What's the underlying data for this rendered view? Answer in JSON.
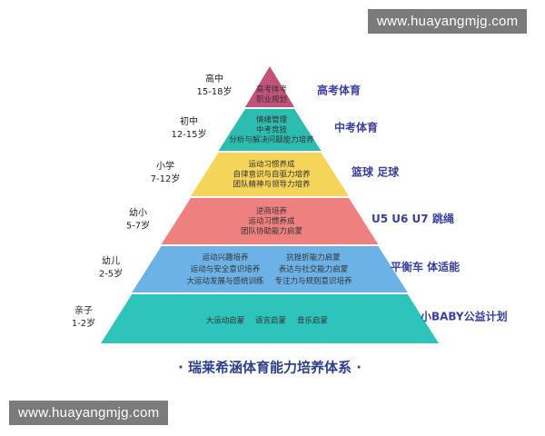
{
  "watermark_top": "www.huayangmjg.com",
  "watermark_bottom": "www.huayangmjg.com",
  "title": "· 瑞莱希涵体育能力培养体系 ·",
  "colors": {
    "title": "#2c3e8c",
    "right_label": "#3a3fa0",
    "age_label": "#222222",
    "inner_text": "#333333",
    "connector": "#999999"
  },
  "levels": [
    {
      "id": "gaozhong",
      "stage": "高中",
      "age": "15-18岁",
      "color": "#c2527a",
      "inner": [
        "高考体考",
        "职业规划"
      ],
      "right": "高考体育"
    },
    {
      "id": "chuzhong",
      "stage": "初中",
      "age": "12-15岁",
      "color": "#2dbdb0",
      "inner": [
        "情绪管理",
        "中考竞技",
        "分析与解决问题能力培养"
      ],
      "right": "中考体育"
    },
    {
      "id": "xiaoxue",
      "stage": "小学",
      "age": "7-12岁",
      "color": "#f5d45a",
      "inner": [
        "运动习惯养成",
        "自律意识与自驱力培养",
        "团队精神与领导力培养"
      ],
      "right": "篮球  足球"
    },
    {
      "id": "youxiao",
      "stage": "幼小",
      "age": "5-7岁",
      "color": "#ef8080",
      "inner": [
        "逆商培养",
        "运动习惯养成",
        "团队协助能力启蒙"
      ],
      "right": "U5 U6 U7 跳绳"
    },
    {
      "id": "youer",
      "stage": "幼儿",
      "age": "2-5岁",
      "color": "#6cb2e6",
      "inner_left": [
        "运动兴趣培养",
        "运动与安全意识培养",
        "大运动发展与感统训练"
      ],
      "inner_right": [
        "抗挫折能力启蒙",
        "表达与社交能力启蒙",
        "专注力与规则意识培养"
      ],
      "right": "平衡车  体适能"
    },
    {
      "id": "qinzi",
      "stage": "亲子",
      "age": "1-2岁",
      "color": "#2ec3bb",
      "inner_row": [
        "大运动启蒙",
        "语言启蒙",
        "音乐启蒙"
      ],
      "right": "小BABY公益计划"
    }
  ]
}
